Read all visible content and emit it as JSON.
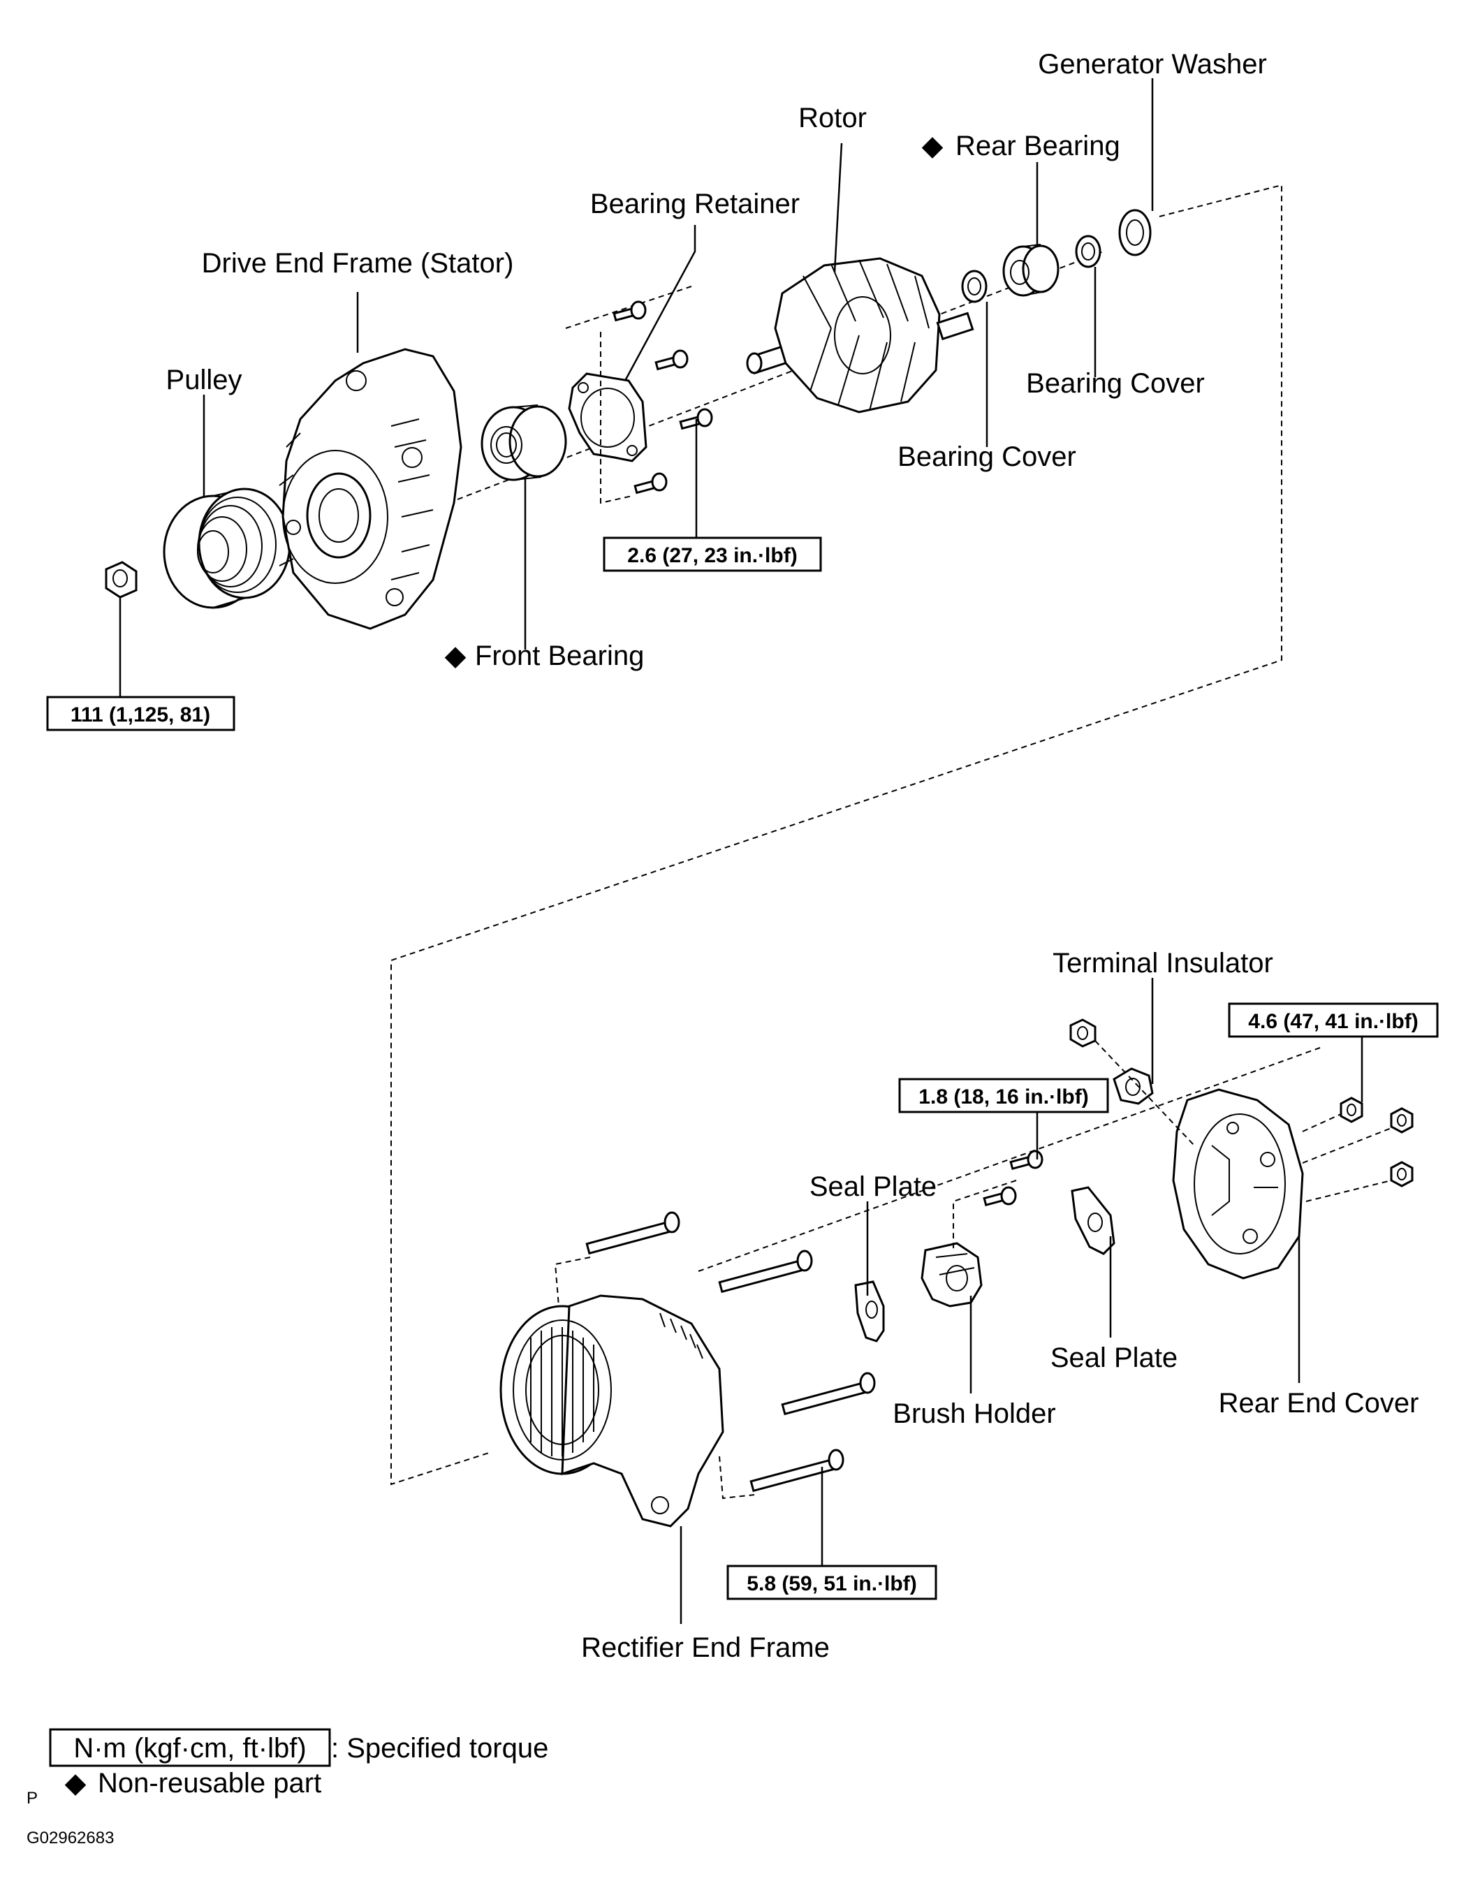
{
  "labels": {
    "generator_washer": "Generator Washer",
    "rotor": "Rotor",
    "rear_bearing": "Rear Bearing",
    "bearing_retainer": "Bearing Retainer",
    "drive_end_frame": "Drive End Frame (Stator)",
    "pulley": "Pulley",
    "bearing_cover_1": "Bearing Cover",
    "bearing_cover_2": "Bearing Cover",
    "front_bearing": "Front Bearing",
    "terminal_insulator": "Terminal Insulator",
    "seal_plate_1": "Seal Plate",
    "seal_plate_2": "Seal Plate",
    "brush_holder": "Brush Holder",
    "rear_end_cover": "Rear End Cover",
    "rectifier_end_frame": "Rectifier End Frame"
  },
  "torques": {
    "retainer_bolts": "2.6 (27, 23 in.·lbf)",
    "pulley_nut": "111 (1,125, 81)",
    "rear_cover_nuts": "4.6 (47, 41 in.·lbf)",
    "brush_holder_screws": "1.8 (18, 16 in.·lbf)",
    "through_bolts": "5.8 (59, 51 in.·lbf)"
  },
  "markers": {
    "non_reusable_symbol": "◆"
  },
  "legend": {
    "torque_units": "N·m (kgf·cm, ft·lbf)",
    "torque_desc": ": Specified torque",
    "non_reusable": "Non-reusable part"
  },
  "footer": {
    "letter": "P",
    "code": "G02962683"
  }
}
